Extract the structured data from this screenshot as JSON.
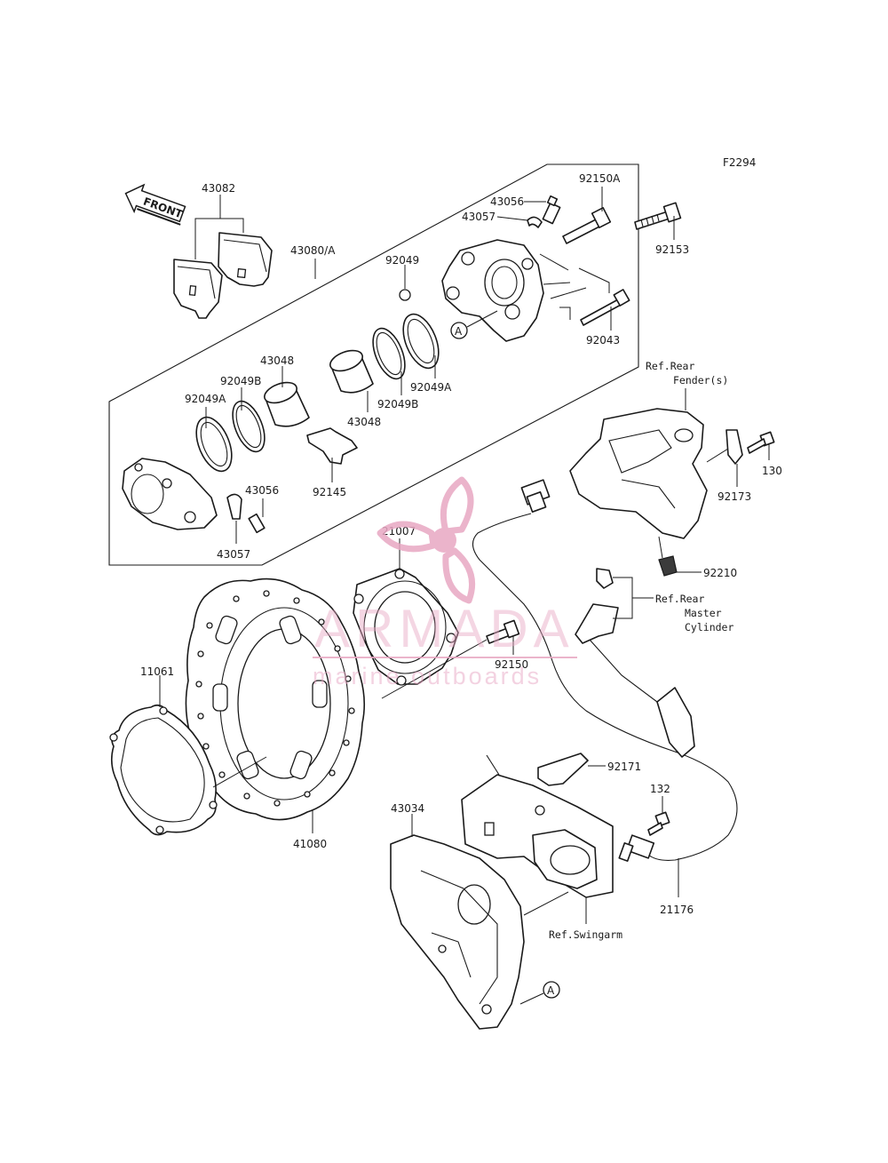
{
  "figure_code": "F2294",
  "front_label": "FRONT",
  "refs": {
    "rear_fender": [
      "Ref.Rear",
      "Fender(s)"
    ],
    "rear_master_cylinder": [
      "Ref.Rear",
      "Master",
      "Cylinder"
    ],
    "swingarm": "Ref.Swingarm"
  },
  "ref_marker": "A",
  "parts": {
    "p43082": "43082",
    "p43080A": "43080/A",
    "p43056_top": "43056",
    "p43057_top": "43057",
    "p92150A": "92150A",
    "p92153": "92153",
    "p92049": "92049",
    "p92043": "92043",
    "p43048_left": "43048",
    "p43048_right": "43048",
    "p92049B_left": "92049B",
    "p92049B_right": "92049B",
    "p92049A_left": "92049A",
    "p92049A_right": "92049A",
    "p92145": "92145",
    "p43056_bottom": "43056",
    "p43057_bottom": "43057",
    "p21007": "21007",
    "p92150": "92150",
    "p11061": "11061",
    "p41080": "41080",
    "p92173": "92173",
    "p130": "130",
    "p92210": "92210",
    "p92171": "92171",
    "p132": "132",
    "p43034": "43034",
    "p21176": "21176"
  },
  "watermark": {
    "brand": "ARMADA",
    "tagline": "marine outboards",
    "color": "#e8a7c3"
  }
}
